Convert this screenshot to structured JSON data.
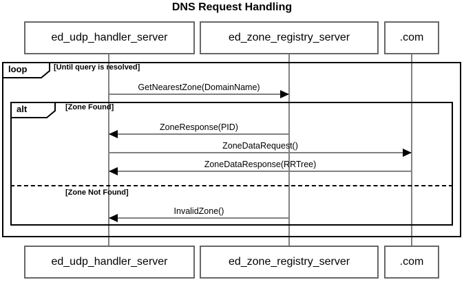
{
  "title": "DNS Request Handling",
  "participants": [
    {
      "name": "ed_udp_handler_server"
    },
    {
      "name": "ed_zone_registry_server"
    },
    {
      "name": ".com"
    }
  ],
  "fragments": {
    "loop": {
      "operator": "loop",
      "condition": "[Until query is resolved]"
    },
    "alt": {
      "operator": "alt",
      "condition_found": "[Zone Found]",
      "condition_not_found": "[Zone Not Found]"
    }
  },
  "messages": [
    {
      "label": "GetNearestZone(DomainName)",
      "from": "ed_udp_handler_server",
      "to": "ed_zone_registry_server"
    },
    {
      "label": "ZoneResponse(PID)",
      "from": "ed_zone_registry_server",
      "to": "ed_udp_handler_server"
    },
    {
      "label": "ZoneDataRequest()",
      "from": "ed_udp_handler_server",
      "to": ".com"
    },
    {
      "label": "ZoneDataResponse(RRTree)",
      "from": ".com",
      "to": "ed_udp_handler_server"
    },
    {
      "label": "InvalidZone()",
      "from": "ed_zone_registry_server",
      "to": "ed_udp_handler_server"
    }
  ],
  "colors": {
    "background": "#ffffff",
    "frame_border": "#000000",
    "box_border": "#666666",
    "line": "#808080",
    "text": "#000000"
  }
}
